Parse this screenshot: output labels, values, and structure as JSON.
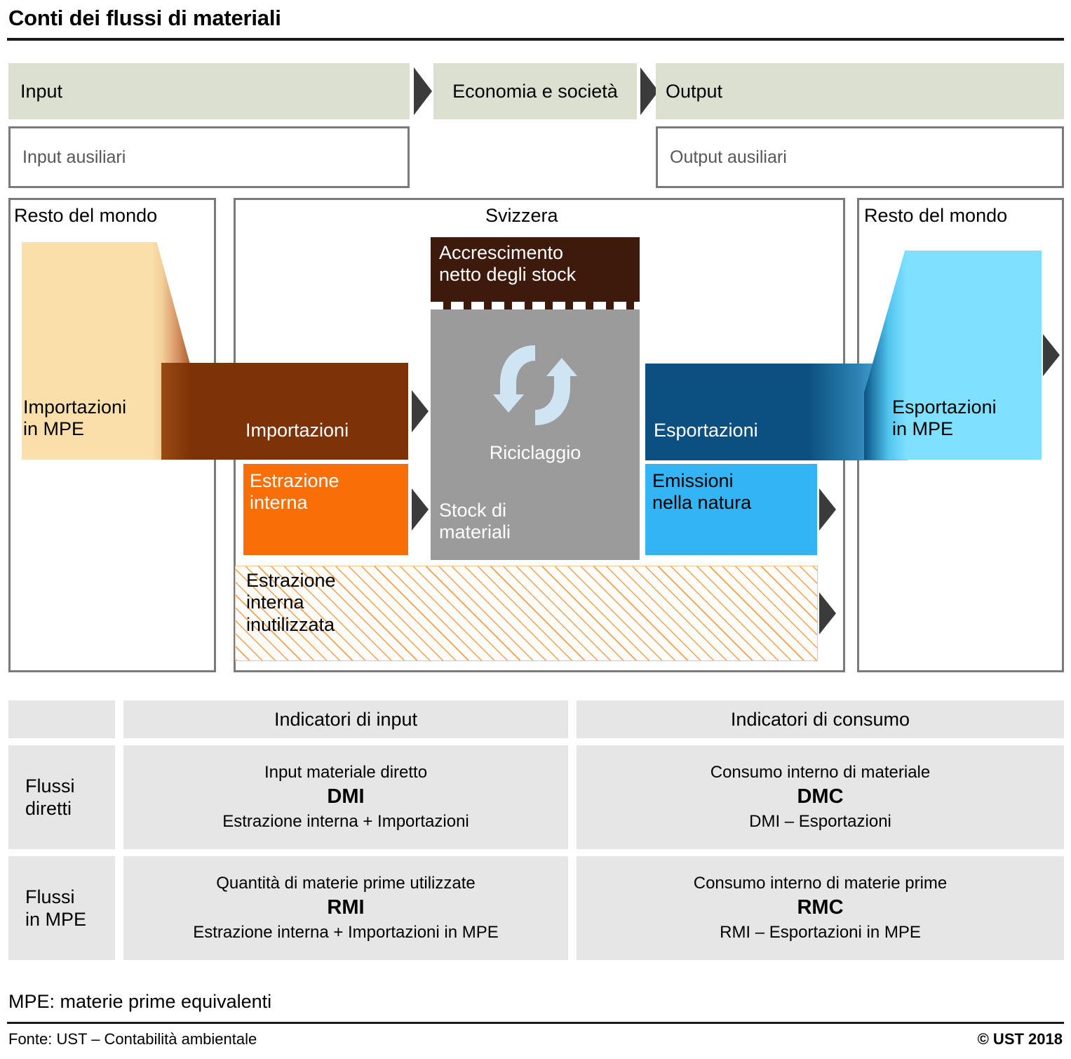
{
  "title": "Conti dei flussi di materiali",
  "header": {
    "input": "Input",
    "economy": "Economia e società",
    "output": "Output",
    "aux_input": "Input ausiliari",
    "aux_output": "Output ausiliari"
  },
  "panels": {
    "world_left": "Resto del mondo",
    "swiss": "Svizzera",
    "world_right": "Resto del mondo"
  },
  "flows": {
    "imports_rme": "Importazioni in MPE",
    "imports": "Importazioni",
    "domestic_extraction": "Estrazione interna",
    "unused_domestic_extraction": "Estrazione interna inutilizzata",
    "net_stock_growth": "Accrescimento netto degli stock",
    "material_stock": "Stock di materiali",
    "recycling": "Riciclaggio",
    "exports": "Esportazioni",
    "emissions": "Emissioni nella natura",
    "exports_rme": "Esportazioni in MPE"
  },
  "colors": {
    "header_green": "#dbe0d1",
    "imports_rme": "#fbdfab",
    "imports": "#7d3208",
    "domestic_extraction": "#f96e07",
    "unused_extraction_hatch": "#f0a050",
    "net_stock_growth": "#3d1a0c",
    "material_stock": "#9b9b9b",
    "recycling_icon": "#cfe5f3",
    "exports": "#0b5080",
    "emissions": "#33b5f5",
    "exports_rme": "#7fe0ff",
    "arrow": "#3b3b3b",
    "table_cell": "#e6e6e6"
  },
  "table": {
    "col_headers": [
      "",
      "Indicatori di input",
      "Indicatori di consumo"
    ],
    "rows": [
      {
        "row_header": "Flussi diretti",
        "input": {
          "name": "Input materiale diretto",
          "code": "DMI",
          "formula": "Estrazione interna + Importazioni"
        },
        "consumption": {
          "name": "Consumo interno di materiale",
          "code": "DMC",
          "formula": "DMI – Esportazioni"
        }
      },
      {
        "row_header": "Flussi in MPE",
        "input": {
          "name": "Quantità di materie prime utilizzate",
          "code": "RMI",
          "formula": "Estrazione interna + Importazioni in MPE"
        },
        "consumption": {
          "name": "Consumo interno di materie prime",
          "code": "RMC",
          "formula": "RMI – Esportazioni in MPE"
        }
      }
    ]
  },
  "footer": {
    "mpe_note": "MPE: materie prime equivalenti",
    "source": "Fonte: UST – Contabilità ambientale",
    "copyright": "© UST 2018"
  }
}
